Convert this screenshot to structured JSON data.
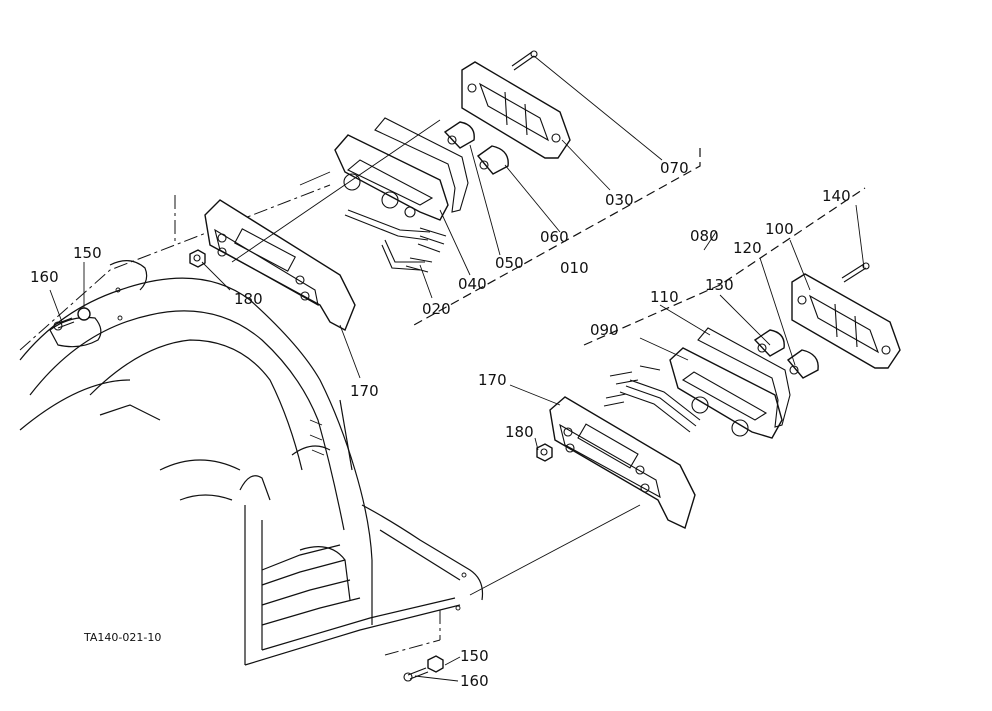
{
  "figure_code": "TA140-021-10",
  "callouts": {
    "p070": "070",
    "p030": "030",
    "p060": "060",
    "p010": "010",
    "p050": "050",
    "p040": "040",
    "p020": "020",
    "p180_left": "180",
    "p150_left": "150",
    "p160_left": "160",
    "p170_left": "170",
    "p140": "140",
    "p080": "080",
    "p100": "100",
    "p120": "120",
    "p130": "130",
    "p110": "110",
    "p090": "090",
    "p170_right": "170",
    "p180_right": "180",
    "p150_bottom": "150",
    "p160_bottom": "160"
  }
}
